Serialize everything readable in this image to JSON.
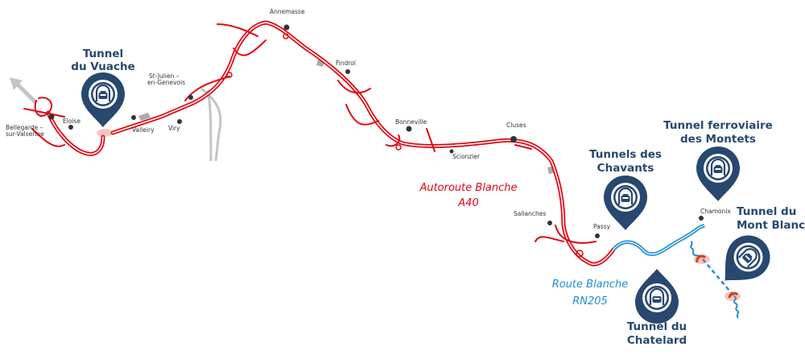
{
  "colors": {
    "autoroute": "#e30613",
    "route_blanche": "#1d8fd6",
    "pin": "#27486f",
    "grey_road": "#c4c4c4",
    "tunnel_marker": "#e05a3c"
  },
  "roads": {
    "autoroute": {
      "line1": "Autoroute Blanche",
      "line2": "A40"
    },
    "route_blanche": {
      "line1": "Route Blanche",
      "line2": "RN205"
    }
  },
  "cities": {
    "annemasse": "Annemasse",
    "findrol": "Findrol",
    "st_julien_1": "St-Julien –",
    "st_julien_2": "en-Genevois",
    "eloise": "Eloise",
    "bellegarde_1": "Bellegarde –",
    "bellegarde_2": "sur-Valserine",
    "valleiry": "Valleiry",
    "viry": "Viry",
    "bonneville": "Bonneville",
    "scionzier": "Scionzier",
    "cluses": "Cluses",
    "sallanches": "Sallanches",
    "passy": "Passy",
    "chamonix": "Chamonix"
  },
  "tunnels": {
    "vuache": {
      "line1": "Tunnel",
      "line2": "du Vuache",
      "icon": "tunnel-car-icon"
    },
    "chavants": {
      "line1": "Tunnels des",
      "line2": "Chavants",
      "icon": "tunnel-car-icon"
    },
    "montets": {
      "line1": "Tunnel ferroviaire",
      "line2": "des Montets",
      "icon": "tunnel-car-icon"
    },
    "mont_blanc": {
      "line1": "Tunnel du",
      "line2": "Mont Blanc",
      "icon": "tunnel-car-icon"
    },
    "chatelard": {
      "line1": "Tunnel du",
      "line2": "Chatelard",
      "icon": "tunnel-car-icon"
    }
  }
}
